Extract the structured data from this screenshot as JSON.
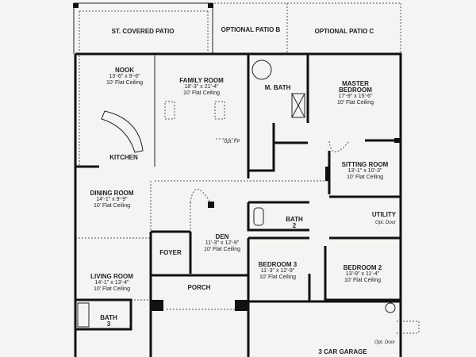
{
  "patios": [
    {
      "name": "ST. COVERED PATIO"
    },
    {
      "name": "OPTIONAL PATIO B"
    },
    {
      "name": "OPTIONAL PATIO C"
    }
  ],
  "rooms": {
    "nook": {
      "name": "NOOK",
      "size": "13'-6\" x 9'-6\"",
      "ceiling": "10' Flat Ceiling"
    },
    "family": {
      "name": "FAMILY ROOM",
      "size": "18'-3\" x 21'-4\"",
      "ceiling": "10' Flat Ceiling"
    },
    "mbath": {
      "name": "M. BATH"
    },
    "master": {
      "name": "MASTER",
      "name2": "BEDROOM",
      "size": "17'-9\" x 15'-6\"",
      "ceiling": "10' Flat Ceiling"
    },
    "kitchen": {
      "name": "KITCHEN"
    },
    "sitting": {
      "name": "SITTING ROOM",
      "size": "13'-1\" x 10'-3\"",
      "ceiling": "10' Flat Ceiling"
    },
    "dining": {
      "name": "DINING ROOM",
      "size": "14'-1\" x 9'-9\"",
      "ceiling": "10' Flat Ceiling"
    },
    "bath2": {
      "name": "BATH",
      "name2": "2"
    },
    "utility": {
      "name": "UTILITY"
    },
    "den": {
      "name": "DEN",
      "size": "11'-3\" x 12'-9\"",
      "ceiling": "10' Flat Ceiling"
    },
    "foyer": {
      "name": "FOYER"
    },
    "bed3": {
      "name": "BEDROOM 3",
      "size": "11'-3\" x 12'-9\"",
      "ceiling": "10' Flat Ceiling"
    },
    "bed2": {
      "name": "BEDROOM 2",
      "size": "13'-9\" x 11'-4\"",
      "ceiling": "10' Flat Ceiling"
    },
    "living": {
      "name": "LIVING ROOM",
      "size": "14'-1\" x 13'-4\"",
      "ceiling": "10' Flat Ceiling"
    },
    "porch": {
      "name": "PORCH"
    },
    "bath3": {
      "name": "BATH",
      "name2": "3"
    },
    "garage": {
      "name": "3 CAR GARAGE"
    }
  },
  "notes": {
    "fireplace": "Opt. FP",
    "door_utility": "Opt. Door",
    "door_garage": "Opt. Door"
  }
}
